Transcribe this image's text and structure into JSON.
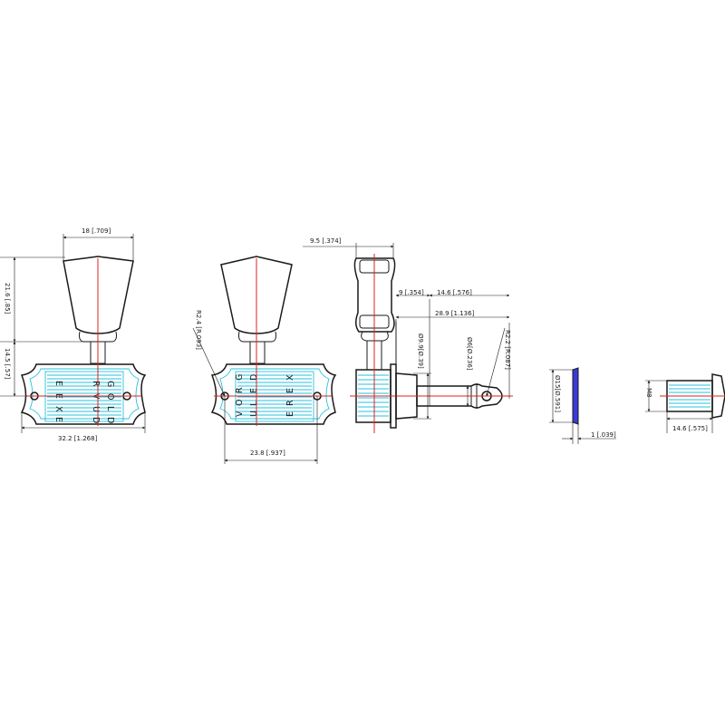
{
  "colors": {
    "outline": "#1a1a1a",
    "centerline": "#e0201f",
    "accent_lines": "#27c2dc",
    "washer_fill": "#3a3ad8"
  },
  "views": {
    "front": {
      "dims": {
        "button_width": "18 [.709]",
        "button_height": "21.6 [.85]",
        "shaft_height": "14.5 [.57]",
        "plate_width": "32.2 [1.268]"
      },
      "plate_text": {
        "col1": [
          "G",
          "O",
          "L",
          "D"
        ],
        "col2": [
          "R",
          "V",
          "U",
          "D"
        ],
        "col3": [
          "E",
          "E",
          "X",
          "E"
        ]
      }
    },
    "back": {
      "dims": {
        "hole_radius": "R2.4 [R.093]",
        "hole_spacing": "23.8 [.937]"
      },
      "plate_text": {
        "col1": [
          "G",
          "R",
          "O",
          "V"
        ],
        "col2": [
          "D",
          "E",
          "L",
          "U"
        ],
        "col3": [
          "X",
          "E",
          "R",
          "E"
        ]
      }
    },
    "side": {
      "dims": {
        "button_depth": "9.5 [.374]",
        "bushing_dia": "Ø9.9[Ø.39]",
        "post_dia": "Ø6[Ø.236]",
        "string_hole_radius": "R2.2 [R.087]",
        "bushing_length": "9 [.354]",
        "post_length": "14.6 [.576]",
        "overall_length": "28.9 [1.136]"
      }
    },
    "washer": {
      "dims": {
        "diameter": "Ø15[Ø.591]",
        "thickness": "1 [.039]"
      }
    },
    "nut": {
      "dims": {
        "thread": "M8",
        "length": "14.6 [.575]"
      }
    }
  }
}
